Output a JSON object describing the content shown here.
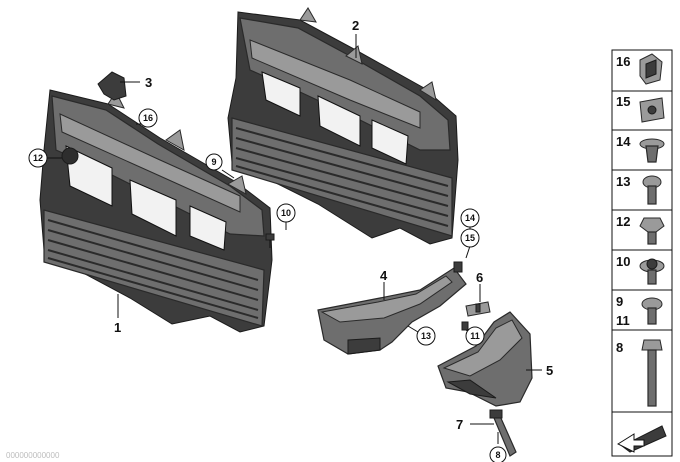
{
  "callouts": {
    "c1": "1",
    "c2": "2",
    "c3": "3",
    "c4": "4",
    "c5": "5",
    "c6": "6",
    "c7": "7",
    "c8": "8",
    "c9": "9",
    "c10": "10",
    "c11": "11",
    "c12": "12",
    "c13": "13",
    "c14": "14",
    "c15": "15",
    "c16": "16"
  },
  "sidebar": {
    "items": [
      {
        "label": "16",
        "icon": "spring-nut-icon"
      },
      {
        "label": "15",
        "icon": "clip-nut-icon"
      },
      {
        "label": "14",
        "icon": "expanding-rivet-icon"
      },
      {
        "label": "13",
        "icon": "screw-icon"
      },
      {
        "label": "12",
        "icon": "hex-screw-icon"
      },
      {
        "label": "10",
        "icon": "collar-screw-icon"
      },
      {
        "label": "9",
        "label2": "11",
        "icon": "torx-screw-icon"
      },
      {
        "label": "8",
        "icon": "bolt-icon"
      },
      {
        "label": "",
        "icon": "arrow-plate-icon"
      }
    ]
  },
  "watermark": "000000000000"
}
